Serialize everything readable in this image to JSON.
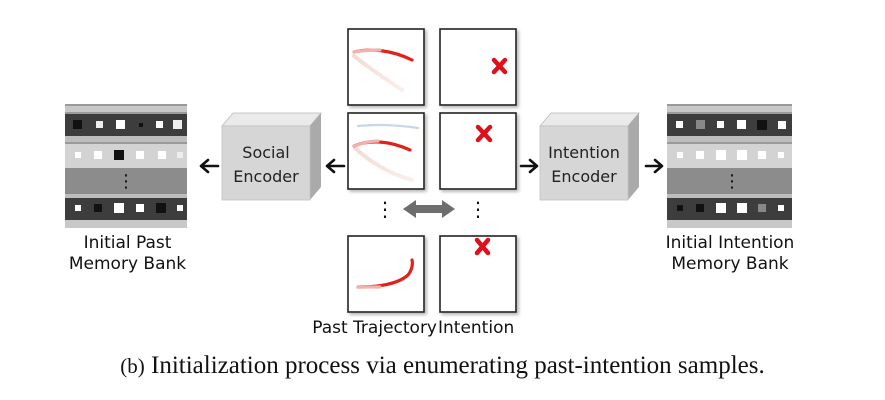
{
  "figure": {
    "left_block": {
      "line1": "Initial Past",
      "line2": "Memory Bank"
    },
    "right_block": {
      "line1": "Initial Intention",
      "line2": "Memory Bank"
    },
    "social_encoder": {
      "line1": "Social",
      "line2": "Encoder"
    },
    "intention_encoder": {
      "line1": "Intention",
      "line2": "Encoder"
    },
    "past_trajectory_label": "Past Trajectory",
    "intention_label": "Intention",
    "ellipsis": "⋮",
    "caption_prefix": "(b)",
    "caption_text": "Initialization process via enumerating past-intention samples."
  },
  "colors": {
    "trajectory_red": "#e0221c",
    "cross_red": "#e0101a",
    "bank_dark": "#3c3c3c",
    "bank_light": "#d2d2d2",
    "bank_mid": "#9a9a9a",
    "encoder_face": "#d9d9d9"
  },
  "icons": [
    "left-arrow-icon",
    "right-arrow-icon",
    "double-arrow-icon",
    "cross-icon"
  ]
}
